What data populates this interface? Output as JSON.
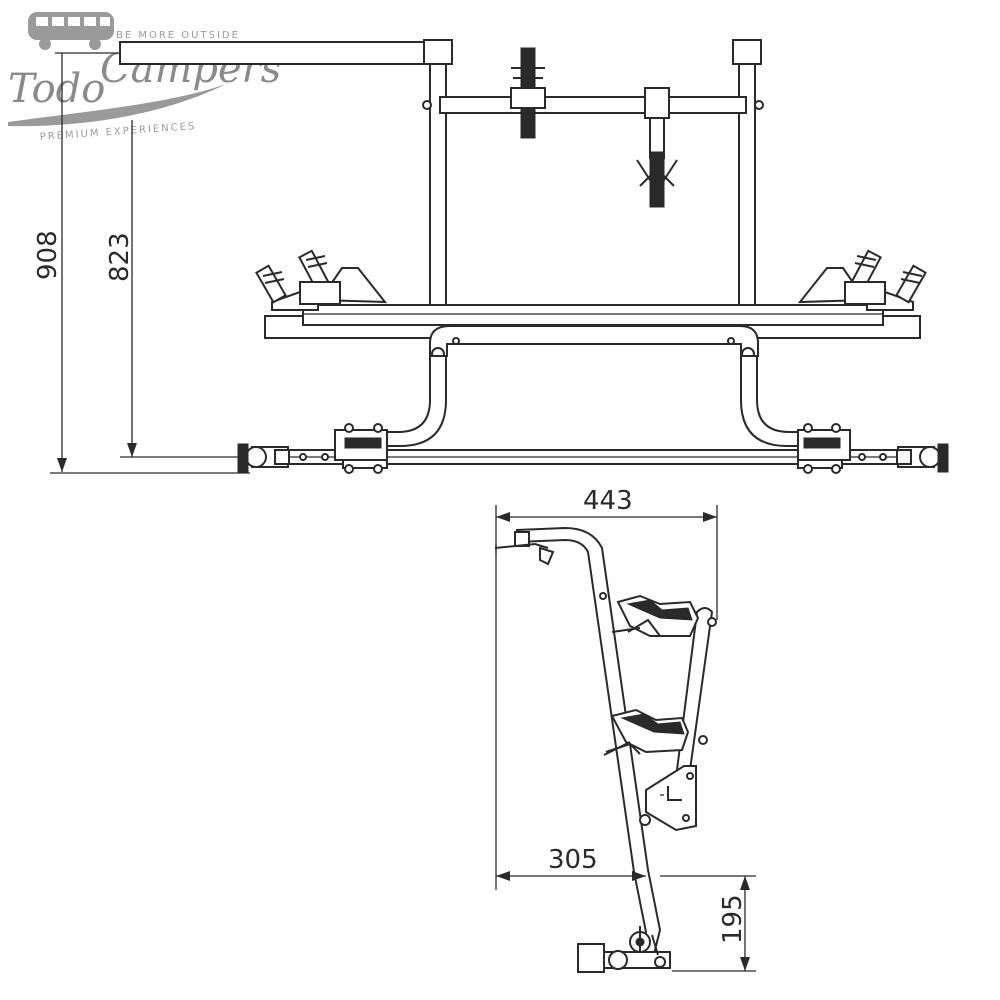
{
  "logo": {
    "tagline_top": "BE MORE OUTSIDE",
    "brand_word_1": "Todo",
    "brand_word_2": "Campers",
    "tagline_bottom": "PREMIUM EXPERIENCES"
  },
  "dimensions": {
    "total_height": "908",
    "mount_height": "823",
    "depth": "443",
    "offset": "305",
    "lower_height": "195"
  },
  "colors": {
    "line": "#2a2a2a",
    "logo": "#8a8a8a"
  }
}
